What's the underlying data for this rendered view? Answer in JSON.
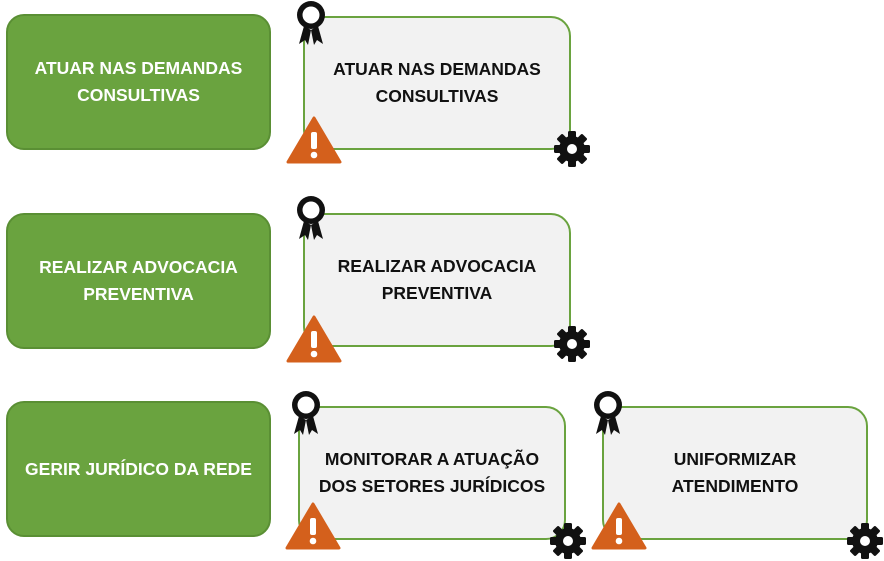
{
  "colors": {
    "green": "#6aa33f",
    "card_bg": "#f2f2f2",
    "warning": "#d4601c",
    "icon_dark": "#111111"
  },
  "rows": [
    {
      "green_label": "ATUAR NAS DEMANDAS CONSULTIVAS",
      "cards": [
        "ATUAR NAS DEMANDAS CONSULTIVAS"
      ]
    },
    {
      "green_label": "REALIZAR ADVOCACIA PREVENTIVA",
      "cards": [
        "REALIZAR ADVOCACIA PREVENTIVA"
      ]
    },
    {
      "green_label": "GERIR JURÍDICO DA REDE",
      "cards": [
        "MONITORAR A ATUAÇÃO DOS SETORES JURÍDICOS",
        "UNIFORMIZAR ATENDIMENTO"
      ]
    }
  ],
  "icons": {
    "award": "award-ribbon-icon",
    "warning": "warning-triangle-icon",
    "gear": "gear-icon"
  }
}
